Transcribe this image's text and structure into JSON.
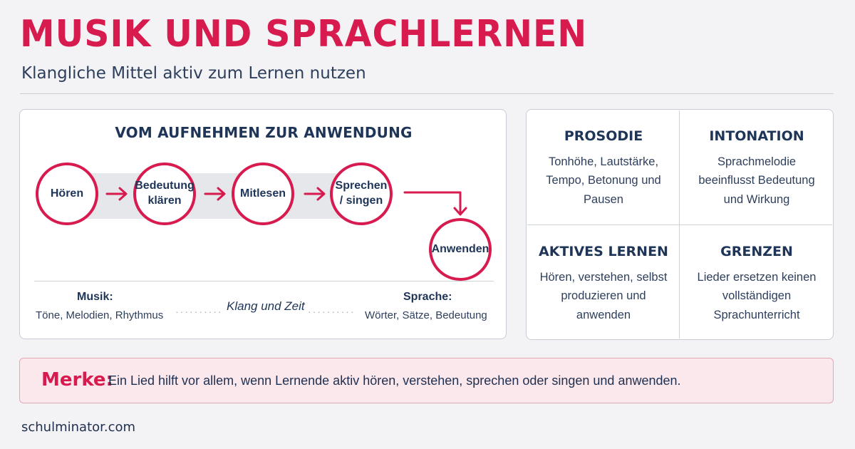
{
  "header": {
    "title": "MUSIK UND SPRACHLERNEN",
    "subtitle": "Klangliche Mittel aktiv zum Lernen nutzen"
  },
  "flow": {
    "title": "VOM AUFNEHMEN ZUR ANWENDUNG",
    "steps": [
      "Hören",
      "Bedeutung klären",
      "Mitlesen",
      "Sprechen / singen",
      "Anwenden"
    ]
  },
  "legend": {
    "left_head": "Musik:",
    "left_text": "Töne, Melodien, Rhythmus",
    "middle": "Klang und Zeit",
    "right_head": "Sprache:",
    "right_text": "Wörter, Sätze, Bedeutung"
  },
  "cells": [
    {
      "head": "PROSODIE",
      "text": "Tonhöhe, Lautstärke, Tempo, Betonung und Pausen"
    },
    {
      "head": "INTONATION",
      "text": "Sprachmelodie beeinflusst Bedeutung und Wirkung"
    },
    {
      "head": "AKTIVES LERNEN",
      "text": "Hören, verstehen, selbst produzieren und anwenden"
    },
    {
      "head": "GRENZEN",
      "text": "Lieder ersetzen keinen vollständigen Sprachunterricht"
    }
  ],
  "note": {
    "label": "Merke:",
    "text": "Ein Lied hilft vor allem, wenn Lernende aktiv hören, verstehen, sprechen oder singen und anwenden."
  },
  "footer": "schulminator.com",
  "colors": {
    "accent": "#d81b4f",
    "navy": "#1f3558",
    "note_bg": "#fbe8ec"
  }
}
